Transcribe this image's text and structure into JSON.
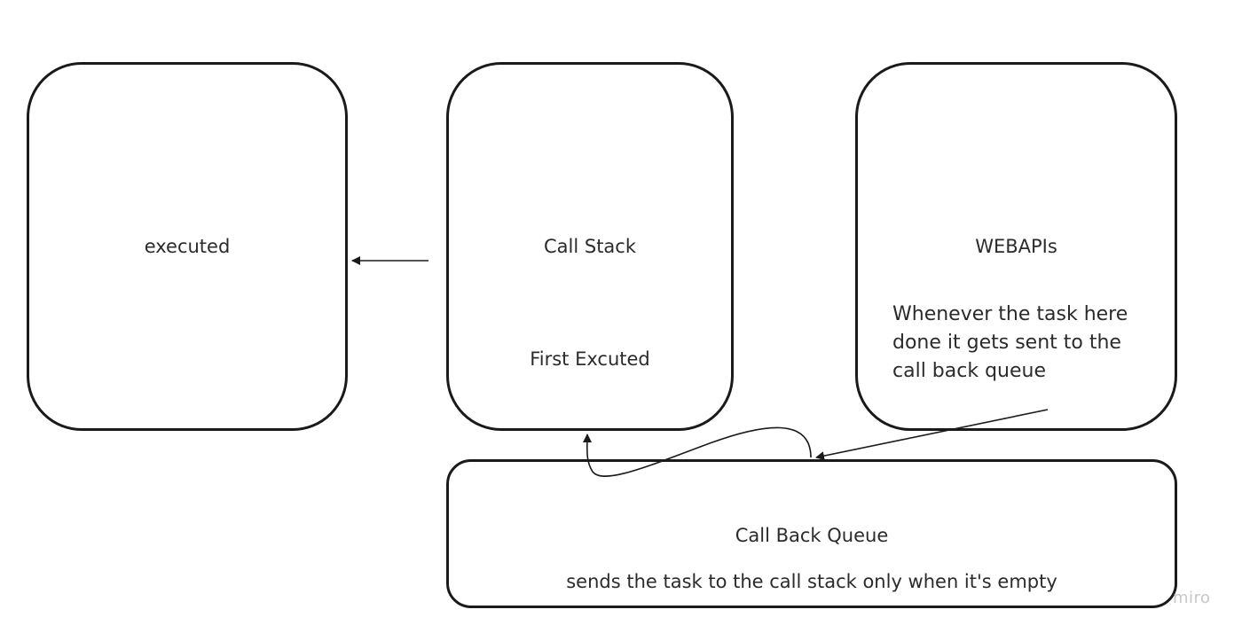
{
  "nodes": {
    "executed": {
      "label": "executed"
    },
    "call_stack": {
      "title": "Call Stack",
      "note": "First Excuted"
    },
    "web_apis": {
      "title": "WEBAPIs",
      "note": "Whenever the task here done it gets sent to the call back queue"
    },
    "callback_queue": {
      "title": "Call Back Queue",
      "note": "sends the task to the call stack only when it's empty"
    }
  },
  "watermark": "miro",
  "colors": {
    "stroke": "#1a1a1a",
    "text": "#2b2b2b",
    "watermark": "#c7c7c7"
  }
}
